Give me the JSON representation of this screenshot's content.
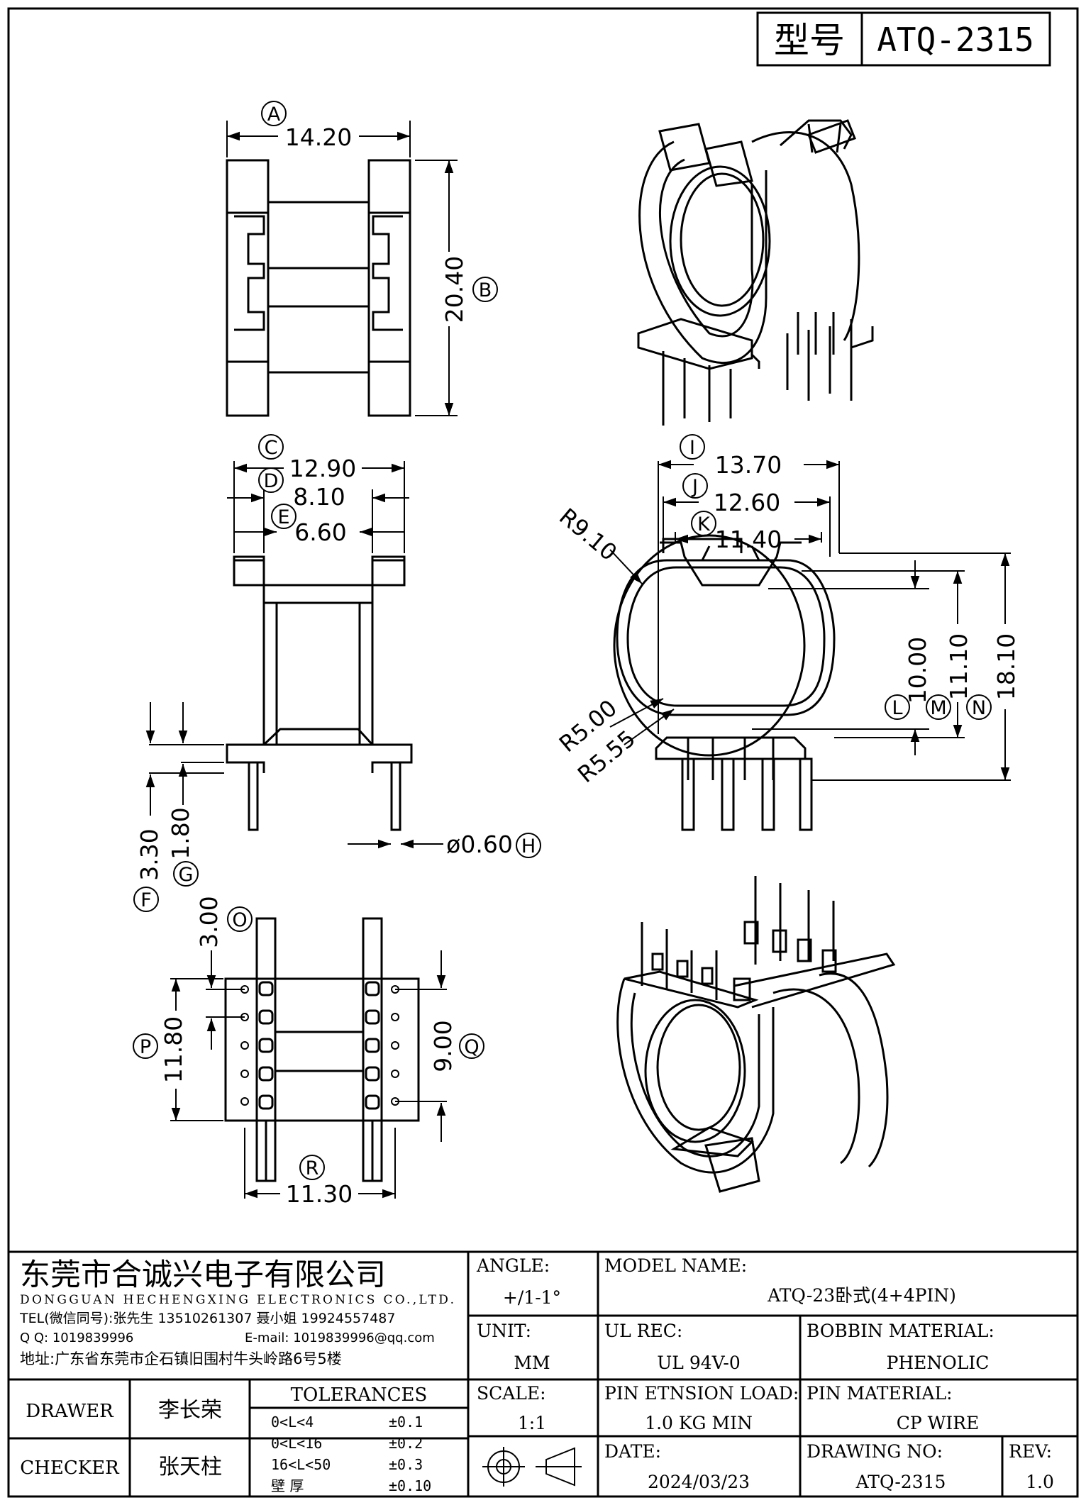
{
  "header": {
    "label": "型号",
    "model": "ATQ-2315"
  },
  "dims": {
    "A": {
      "tag": "A",
      "value": "14.20"
    },
    "B": {
      "tag": "B",
      "value": "20.40"
    },
    "C": {
      "tag": "C",
      "value": "12.90"
    },
    "D": {
      "tag": "D",
      "value": "8.10"
    },
    "E": {
      "tag": "E",
      "value": "6.60"
    },
    "F": {
      "tag": "F",
      "value": "3.30"
    },
    "G": {
      "tag": "G",
      "value": "1.80"
    },
    "H": {
      "tag": "H",
      "value": "ø0.60"
    },
    "I": {
      "tag": "I",
      "value": "13.70"
    },
    "J": {
      "tag": "J",
      "value": "12.60"
    },
    "K": {
      "tag": "K",
      "value": "11.40"
    },
    "L": {
      "tag": "L",
      "value": "10.00"
    },
    "M": {
      "tag": "M",
      "value": "11.10"
    },
    "N": {
      "tag": "N",
      "value": "18.10"
    },
    "O": {
      "tag": "O",
      "value": "3.00"
    },
    "P": {
      "tag": "P",
      "value": "11.80"
    },
    "Q": {
      "tag": "Q",
      "value": "9.00"
    },
    "R": {
      "tag": "R",
      "value": "11.30"
    },
    "R910": "R9.10",
    "R500": "R5.00",
    "R555": "R5.55"
  },
  "company": {
    "name_cn": "东莞市合诚兴电子有限公司",
    "name_en": "DONGGUAN HECHENGXING ELECTRONICS CO.,LTD.",
    "tel": "TEL(微信同号):张先生 13510261307 聂小姐 19924557487",
    "qq": "Q Q: 1019839996",
    "email": "E-mail: 1019839996@qq.com",
    "address": "地址:广东省东莞市企石镇旧围村牛头岭路6号5楼"
  },
  "titleblock": {
    "angle_label": "ANGLE:",
    "angle_value": "+/1-1°",
    "model_name_label": "MODEL NAME:",
    "model_name_value": "ATQ-23卧式(4+4PIN)",
    "unit_label": "UNIT:",
    "unit_value": "MM",
    "ul_rec_label": "UL REC:",
    "ul_rec_value": "UL 94V-0",
    "bobbin_material_label": "BOBBIN MATERIAL:",
    "bobbin_material_value": "PHENOLIC",
    "scale_label": "SCALE:",
    "scale_value": "1:1",
    "pin_tension_label": "PIN ETNSION LOAD:",
    "pin_tension_value": "1.0 KG MIN",
    "pin_material_label": "PIN MATERIAL:",
    "pin_material_value": "CP WIRE",
    "date_label": "DATE:",
    "date_value": "2024/03/23",
    "drawing_no_label": "DRAWING NO:",
    "drawing_no_value": "ATQ-2315",
    "rev_label": "REV:",
    "rev_value": "1.0",
    "drawer_label": "DRAWER",
    "drawer_value": "李长荣",
    "checker_label": "CHECKER",
    "checker_value": "张天柱",
    "tolerances_label": "TOLERANCES",
    "tolerances": [
      {
        "range": "0<L<4",
        "value": "±0.1"
      },
      {
        "range": "0<L<16",
        "value": "±0.2"
      },
      {
        "range": "16<L<50",
        "value": "±0.3"
      },
      {
        "range": "壁  厚",
        "value": "±0.10"
      }
    ]
  }
}
